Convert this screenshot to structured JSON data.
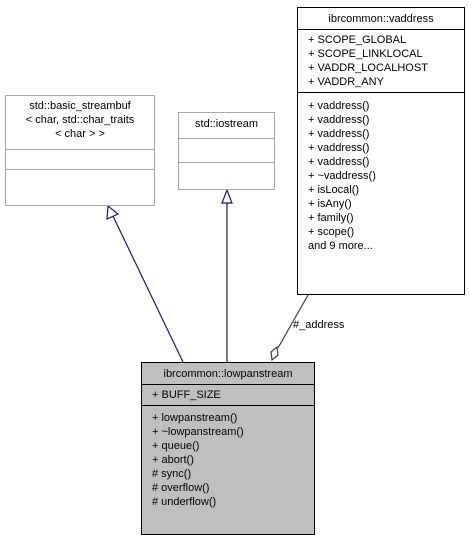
{
  "vaddress": {
    "title": "ibrcommon::vaddress",
    "attributes": [
      "+ SCOPE_GLOBAL",
      "+ SCOPE_LINKLOCAL",
      "+ VADDR_LOCALHOST",
      "+ VADDR_ANY"
    ],
    "methods": [
      "+ vaddress()",
      "+ vaddress()",
      "+ vaddress()",
      "+ vaddress()",
      "+ vaddress()",
      "+ ~vaddress()",
      "+ isLocal()",
      "+ isAny()",
      "+ family()",
      "+ scope()",
      "and 9 more..."
    ]
  },
  "streambuf": {
    "title_lines": [
      "std::basic_streambuf",
      "< char, std::char_traits",
      "< char > >"
    ]
  },
  "iostream": {
    "title": "std::iostream"
  },
  "lowpanstream": {
    "title": "ibrcommon::lowpanstream",
    "attributes": [
      "+ BUFF_SIZE"
    ],
    "methods": [
      "+ lowpanstream()",
      "+ ~lowpanstream()",
      "+ queue()",
      "+ abort()",
      "# sync()",
      "# overflow()",
      "# underflow()"
    ]
  },
  "edges": {
    "address_label": "#_address"
  },
  "colors": {
    "inheritance": "#191970",
    "composition": "#404040",
    "selected_fill": "#bfbfbf"
  }
}
